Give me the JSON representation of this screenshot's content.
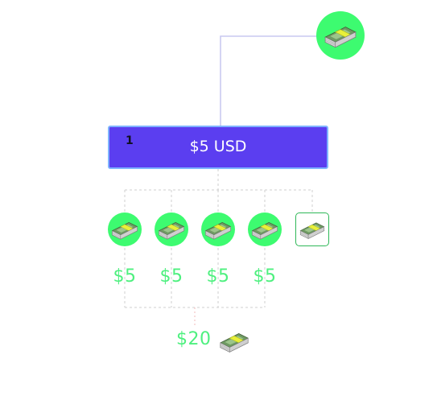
{
  "root_node": {
    "icon": "cash-stack-icon",
    "color": "#3dfb70"
  },
  "header": {
    "number": "1",
    "label": "$5 USD",
    "color": "#5b3ef0"
  },
  "children": [
    {
      "icon": "cash-stack-icon",
      "amount": "$5"
    },
    {
      "icon": "cash-stack-icon",
      "amount": "$5"
    },
    {
      "icon": "cash-stack-icon",
      "amount": "$5"
    },
    {
      "icon": "cash-stack-icon",
      "amount": "$5"
    },
    {
      "icon": "cash-stack-icon"
    }
  ],
  "total": {
    "amount": "$20",
    "icon": "cash-stack-icon"
  },
  "colors": {
    "accent_green": "#3dfb70",
    "amount_text": "#4ef07f",
    "connector": "#c9c9f0",
    "dashed_connector": "#cfcfcf"
  }
}
